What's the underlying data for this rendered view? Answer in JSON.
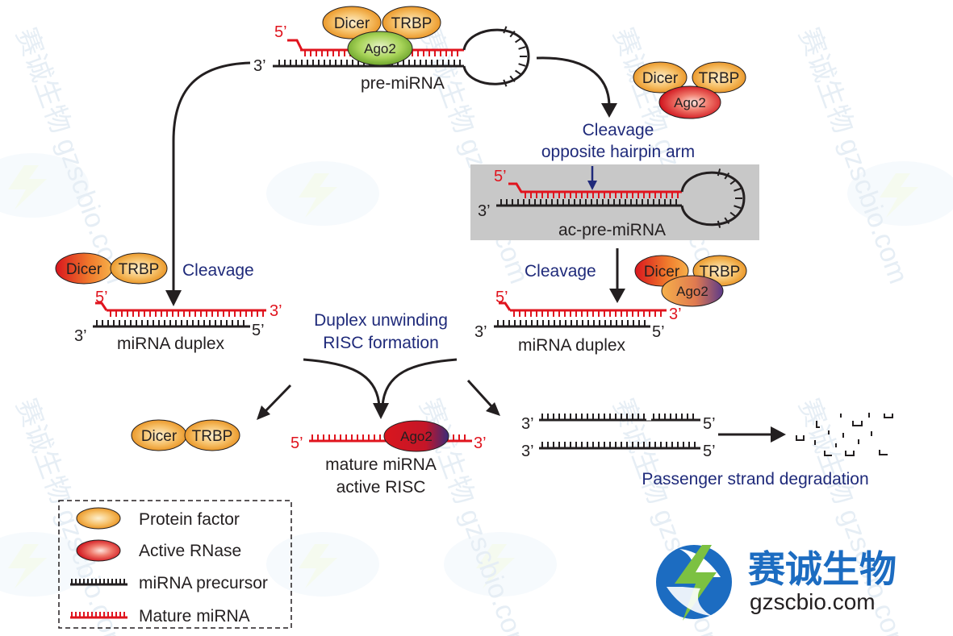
{
  "labels": {
    "five_prime": "5’",
    "three_prime": "3’",
    "dicer": "Dicer",
    "trbp": "TRBP",
    "ago2": "Ago2",
    "pre_mirna": "pre-miRNA",
    "ac_pre_mirna": "ac-pre-miRNA",
    "cleavage": "Cleavage",
    "cleavage_opposite_line1": "Cleavage",
    "cleavage_opposite_line2": "opposite hairpin arm",
    "mirna_duplex": "miRNA duplex",
    "duplex_unwinding_line1": "Duplex unwinding",
    "duplex_unwinding_line2": "RISC formation",
    "mature_mirna_line1": "mature miRNA",
    "mature_mirna_line2": "active RISC",
    "passenger_degradation": "Passenger strand degradation"
  },
  "legend": {
    "protein_factor": "Protein factor",
    "active_rnase": "Active RNase",
    "mirna_precursor": "miRNA precursor",
    "mature_mirna": "Mature miRNA"
  },
  "brand": {
    "name_cn": "赛诚生物",
    "domain": "gzscbio.com",
    "watermark_text": "赛诚生物 gzscbio.com"
  },
  "colors": {
    "mature_red": "#e0141e",
    "precursor_black": "#231f20",
    "annotation_blue": "#1f2a7a",
    "protein_orange": "#f4a940",
    "ago2_green": "#9cc94a",
    "rnase_red": "#d9161e",
    "highlight_gray": "#c8c8c8",
    "brand_blue": "#1c6cc1",
    "brand_green": "#7cc142"
  }
}
